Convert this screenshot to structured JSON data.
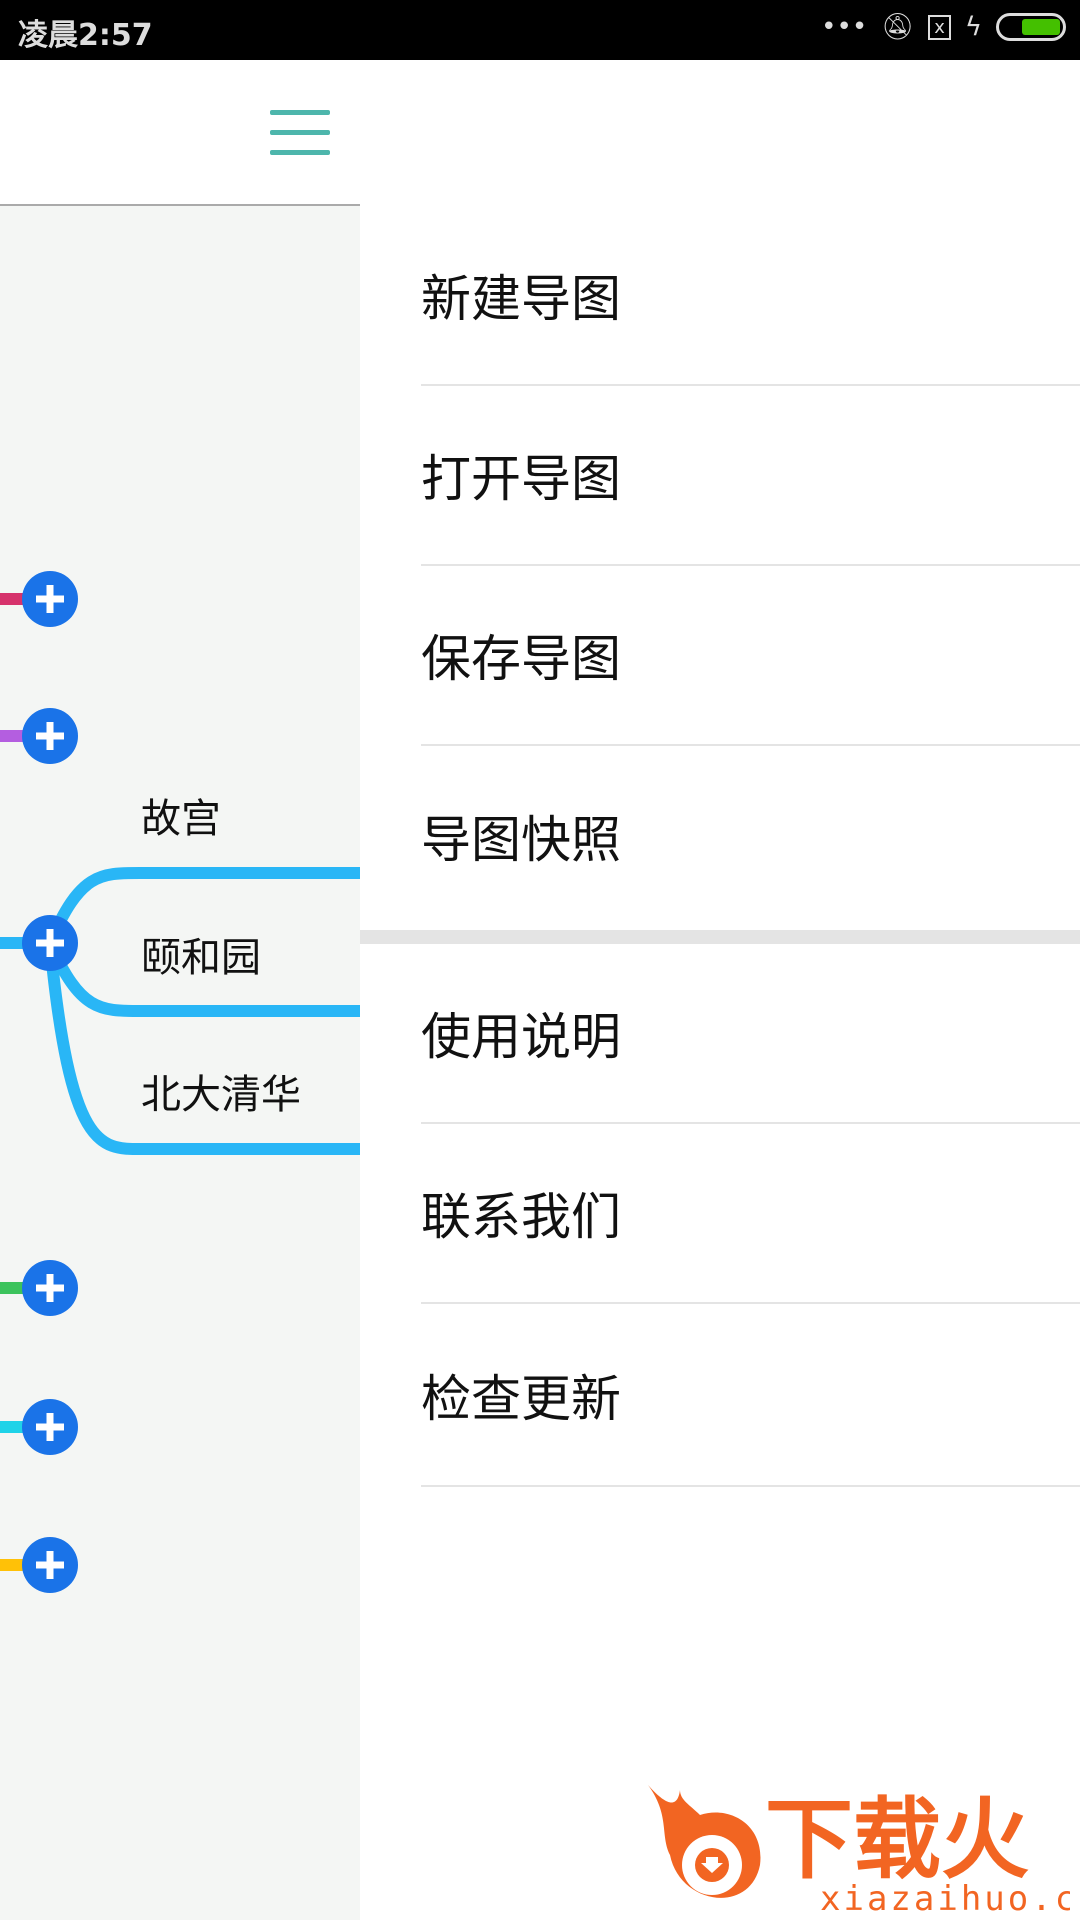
{
  "status_bar": {
    "time": "凌晨2:57",
    "battery_level": 0.6
  },
  "mindmap": {
    "nodes": [
      "故宫",
      "颐和园",
      "北大清华"
    ],
    "branch_colors": [
      "#d6336c",
      "#b45ee0",
      "#29b6f6",
      "#3cc35c",
      "#1fd3e8",
      "#ffc107"
    ],
    "accent": "#1a73e8"
  },
  "menu": {
    "group1": [
      "新建导图",
      "打开导图",
      "保存导图",
      "导图快照"
    ],
    "group2": [
      "使用说明",
      "联系我们",
      "检查更新"
    ]
  },
  "watermark": {
    "name": "下载火",
    "url": "xiazaihuo.com"
  }
}
